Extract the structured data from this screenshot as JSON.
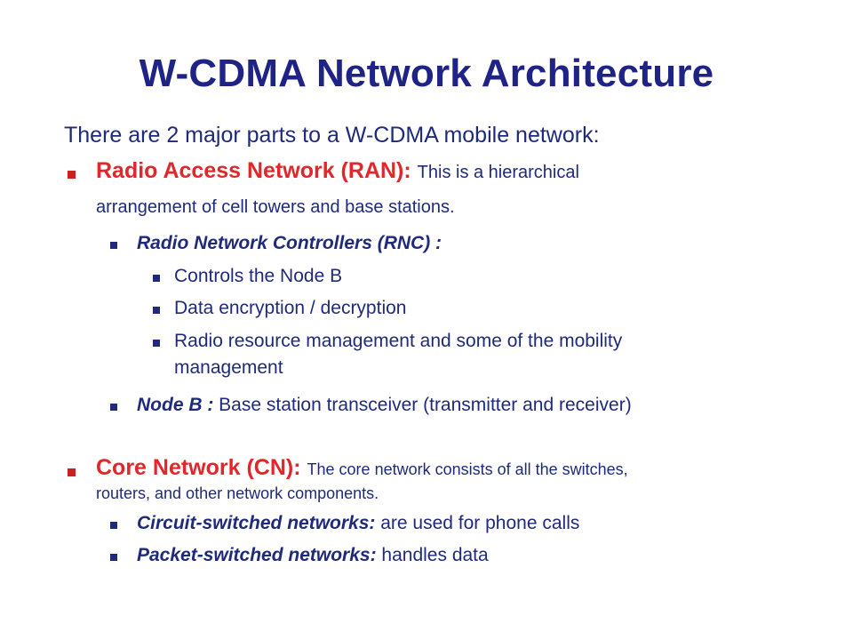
{
  "slide": {
    "title": "W-CDMA Network Architecture",
    "intro": "There are 2 major parts to a W-CDMA mobile network:",
    "ran": {
      "heading": "Radio Access Network (RAN):",
      "desc_1": "This is a hierarchical",
      "desc_2": "arrangement of cell towers and base stations.",
      "rnc": {
        "label": "Radio Network Controllers (RNC) :",
        "items": [
          "Controls the Node B",
          "Data encryption / decryption",
          "Radio resource management and some of the mobility",
          "management"
        ]
      },
      "nodeb": {
        "label": "Node B : ",
        "desc": "Base station transceiver (transmitter and receiver)"
      }
    },
    "cn": {
      "heading": "Core Network (CN):",
      "desc_1": "The core network consists of all the switches,",
      "desc_2": "routers, and other network components.",
      "circuit": {
        "label": "Circuit-switched networks:",
        "desc": " are used for phone calls"
      },
      "packet": {
        "label": "Packet-switched networks:",
        "desc": " handles data"
      }
    }
  }
}
